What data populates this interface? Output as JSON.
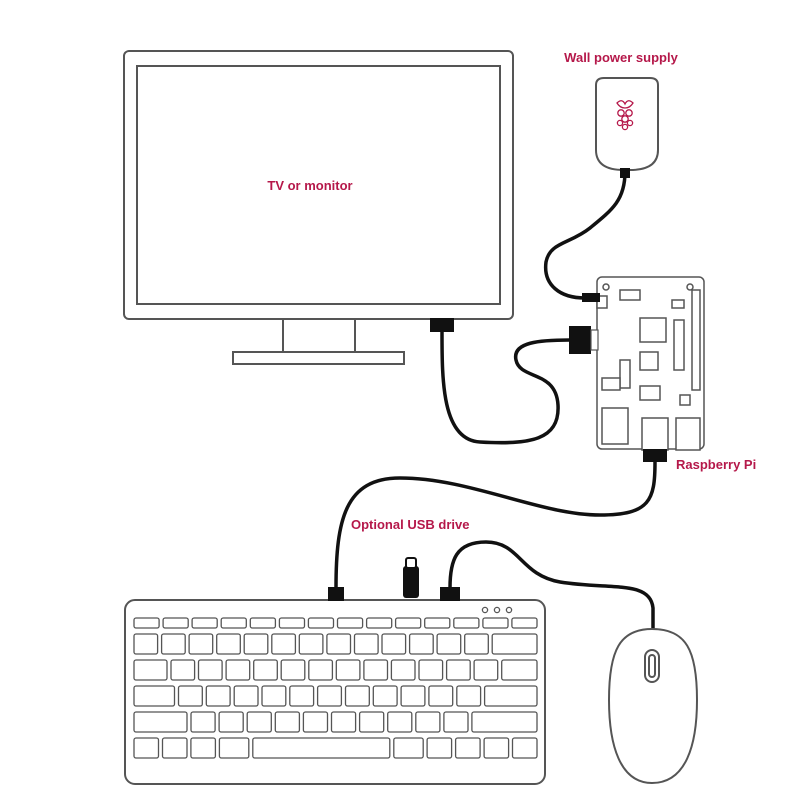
{
  "labels": {
    "monitor": "TV or monitor",
    "power": "Wall power supply",
    "pi": "Raspberry Pi",
    "usb": "Optional USB drive"
  },
  "colors": {
    "label": "#b5184a",
    "outline": "#555555",
    "cable": "#111111",
    "logo": "#b5184a"
  },
  "icons": {
    "power_logo": "raspberry-logo"
  }
}
